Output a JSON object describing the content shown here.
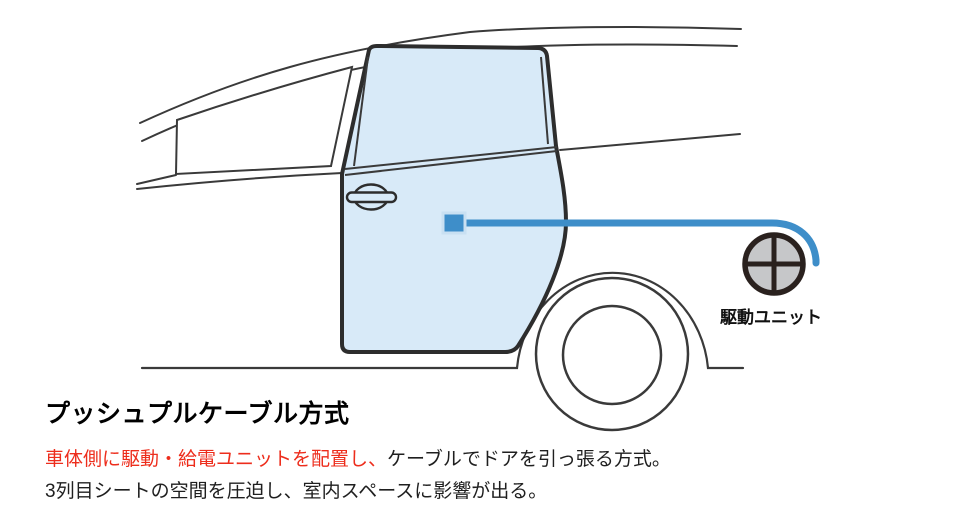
{
  "diagram": {
    "unit_label": "駆動ユニット",
    "colors": {
      "door_fill": "#d8eaf8",
      "cable_blue": "#3e8ec9",
      "drive_unit_fill": "#c6c7c9",
      "drive_unit_stroke": "#2a211e",
      "line_art": "#3a3a3a",
      "highlight_red": "#ed2d1c"
    }
  },
  "caption": {
    "title": "プッシュプルケーブル方式",
    "line1_highlight": "車体側に駆動・給電ユニットを配置し、",
    "line1_rest": "ケーブルでドアを引っ張る方式。",
    "line2": "3列目シートの空間を圧迫し、室内スペースに影響が出る。"
  }
}
